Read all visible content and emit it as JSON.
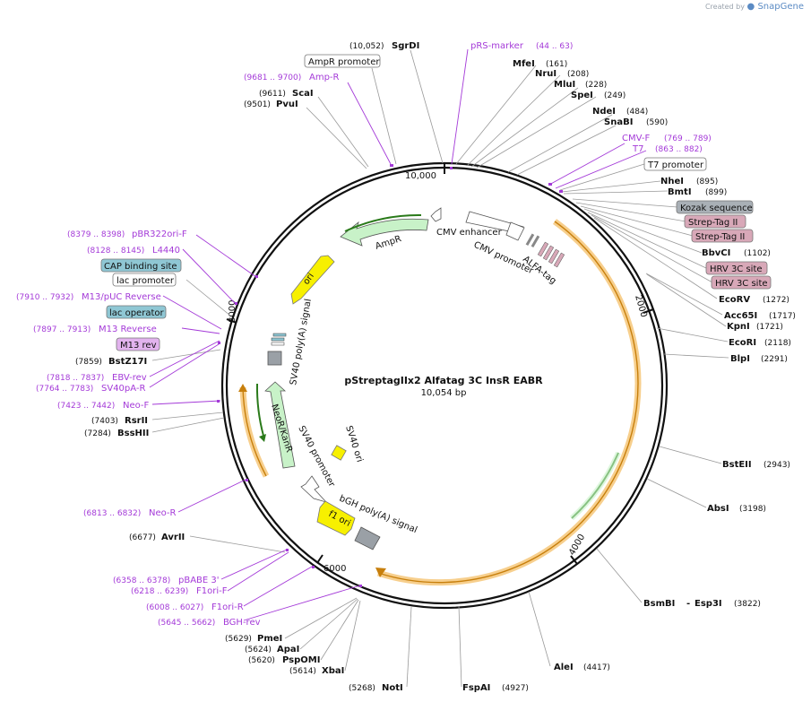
{
  "watermark": {
    "prefix": "Created by",
    "brand": "SnapGene"
  },
  "plasmid": {
    "name": "pStreptagIIx2 Alfatag 3C InsR EABR",
    "size": "10,054 bp"
  },
  "ticks": {
    "t10000": "10,000",
    "t2000": "2000",
    "t4000": "4000",
    "t6000": "6000",
    "t8000": "8000"
  },
  "labels": {
    "sgrdi": {
      "pos": "(10,052)",
      "name": "SgrDI"
    },
    "prs_marker": {
      "name": "pRS-marker",
      "pos": "(44 .. 63)"
    },
    "ampr_promoter": "AmpR promoter",
    "amp_r": {
      "pos": "(9681 .. 9700)",
      "name": "Amp-R"
    },
    "scai": {
      "pos": "(9611)",
      "name": "ScaI"
    },
    "pvui": {
      "pos": "(9501)",
      "name": "PvuI"
    },
    "mfei": {
      "name": "MfeI",
      "pos": "(161)"
    },
    "nrui": {
      "name": "NruI",
      "pos": "(208)"
    },
    "mlui": {
      "name": "MluI",
      "pos": "(228)"
    },
    "spei": {
      "name": "SpeI",
      "pos": "(249)"
    },
    "ndei": {
      "name": "NdeI",
      "pos": "(484)"
    },
    "snabi": {
      "name": "SnaBI",
      "pos": "(590)"
    },
    "cmv_f": {
      "name": "CMV-F",
      "pos": "(769 .. 789)"
    },
    "t7": {
      "name": "T7",
      "pos": "(863 .. 882)"
    },
    "t7_promoter": "T7 promoter",
    "nhei": {
      "name": "NheI",
      "pos": "(895)"
    },
    "bmti": {
      "name": "BmtI",
      "pos": "(899)"
    },
    "kozak": "Kozak sequence",
    "strep1": "Strep-Tag II",
    "strep2": "Strep-Tag II",
    "bbvci": {
      "name": "BbvCI",
      "pos": "(1102)"
    },
    "hrv1": "HRV 3C site",
    "hrv2": "HRV 3C site",
    "ecorv": {
      "name": "EcoRV",
      "pos": "(1272)"
    },
    "acc65i": {
      "name": "Acc65I",
      "pos": "(1717)"
    },
    "kpni": {
      "name": "KpnI",
      "pos": "(1721)"
    },
    "ecori": {
      "name": "EcoRI",
      "pos": "(2118)"
    },
    "blpi": {
      "name": "BlpI",
      "pos": "(2291)"
    },
    "bsteii": {
      "name": "BstEII",
      "pos": "(2943)"
    },
    "absi": {
      "name": "AbsI",
      "pos": "(3198)"
    },
    "bsmbi": {
      "name": "BsmBI",
      "dash": "-",
      "name2": "Esp3I",
      "pos": "(3822)"
    },
    "alei": {
      "name": "AleI",
      "pos": "(4417)"
    },
    "fspai": {
      "name": "FspAI",
      "pos": "(4927)"
    },
    "noti": {
      "pos": "(5268)",
      "name": "NotI"
    },
    "xbai": {
      "pos": "(5614)",
      "name": "XbaI"
    },
    "pspomi": {
      "pos": "(5620)",
      "name": "PspOMI"
    },
    "apai": {
      "pos": "(5624)",
      "name": "ApaI"
    },
    "pmei": {
      "pos": "(5629)",
      "name": "PmeI"
    },
    "bgh_rev": {
      "pos": "(5645 .. 5662)",
      "name": "BGH-rev"
    },
    "f1ori_r": {
      "pos": "(6008 .. 6027)",
      "name": "F1ori-R"
    },
    "f1ori_f": {
      "pos": "(6218 .. 6239)",
      "name": "F1ori-F"
    },
    "pbabe3": {
      "pos": "(6358 .. 6378)",
      "name": "pBABE 3'"
    },
    "avrii": {
      "pos": "(6677)",
      "name": "AvrII"
    },
    "neo_r": {
      "pos": "(6813 .. 6832)",
      "name": "Neo-R"
    },
    "bsshii": {
      "pos": "(7284)",
      "name": "BssHII"
    },
    "rsrii": {
      "pos": "(7403)",
      "name": "RsrII"
    },
    "neo_f": {
      "pos": "(7423 .. 7442)",
      "name": "Neo-F"
    },
    "sv40pa_r": {
      "pos": "(7764 .. 7783)",
      "name": "SV40pA-R"
    },
    "ebv_rev": {
      "pos": "(7818 .. 7837)",
      "name": "EBV-rev"
    },
    "bstz17i": {
      "pos": "(7859)",
      "name": "BstZ17I"
    },
    "m13rev": "M13 rev",
    "m13reverse": {
      "pos": "(7897 .. 7913)",
      "name": "M13 Reverse"
    },
    "lac_operator": "lac operator",
    "m13puc": {
      "pos": "(7910 .. 7932)",
      "name": "M13/pUC Reverse"
    },
    "lac_promoter": "lac promoter",
    "cap_site": "CAP binding site",
    "l4440": {
      "pos": "(8128 .. 8145)",
      "name": "L4440"
    },
    "pbr322": {
      "pos": "(8379 .. 8398)",
      "name": "pBR322ori-F"
    }
  },
  "features": {
    "ampr": "AmpR",
    "ori": "ori",
    "cmv_enhancer": "CMV enhancer",
    "cmv_promoter": "CMV promoter",
    "alfa_tag": "ALFA-tag",
    "sv40_polya": "SV40 poly(A) signal",
    "neor": "NeoR/KanR",
    "sv40_promoter": "SV40 promoter",
    "sv40_ori": "SV40 ori",
    "f1_ori": "f1 ori",
    "bgh_polya": "bGH poly(A) signal"
  },
  "colors": {
    "backbone": "#111111",
    "primer": "#a43ad8",
    "orf": "#f0a830",
    "orf_inner": "#e9c98a",
    "green_feature": "#c8f2c8",
    "ori_yellow": "#f7f000",
    "polyA_gray": "#9aa0a6",
    "kozak_gray": "#a9b0b6",
    "tag_pink": "#d8a8b8",
    "cap_blue": "#8fc7d4"
  }
}
